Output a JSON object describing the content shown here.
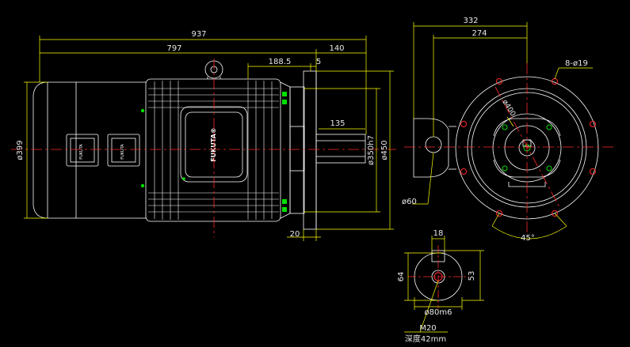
{
  "colors": {
    "background": "#000000",
    "outline": "#ffffff",
    "dimension": "#ffff00",
    "centerline": "#ff2a2a",
    "green_marks": "#00e000",
    "text": "#e8e8e8"
  },
  "dimensions": {
    "overall_length": "937",
    "body_length": "797",
    "shaft_length": "140",
    "flange_offset": "188.5",
    "flange_step": "5",
    "key_length": "135",
    "flange_thickness": "20",
    "frame_diameter": "ø399",
    "spigot_diameter": "ø350h7",
    "flange_diameter": "ø450",
    "end_width_total": "332",
    "end_width_inner": "274",
    "bolt_holes": "8-ø19",
    "pcd": "ø400",
    "terminal_box_dia": "ø60",
    "hole_angle": "45°",
    "key_width": "18",
    "shaft_height": "64",
    "key_depth": "53",
    "shaft_diameter": "ø80m6",
    "thread": "M20",
    "thread_depth": "深度42mm"
  },
  "labels": {
    "brand": "FUKUTA®",
    "nameplate_1": "FUKUTA",
    "nameplate_2": "FUKUTA"
  }
}
